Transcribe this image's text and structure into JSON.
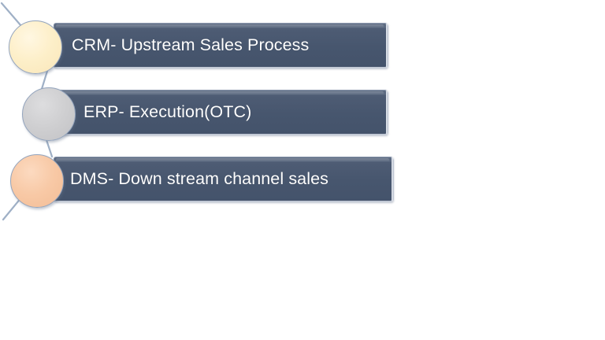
{
  "diagram": {
    "title_present": false,
    "background_color": "#ffffff",
    "bar_color": "#47566e",
    "bar_text_color": "#ffffff",
    "connector_color": "#9fb0c6",
    "steps": [
      {
        "id": "crm",
        "label": "CRM- Upstream Sales Process",
        "marker_name": "circle-cream",
        "marker_color": "#fdefc9",
        "marker_border_color": "#93a4bd"
      },
      {
        "id": "erp",
        "label": "ERP- Execution(OTC)",
        "marker_name": "circle-gray",
        "marker_color": "#cfcfd1",
        "marker_border_color": "#93a4bd"
      },
      {
        "id": "dms",
        "label": "DMS- Down stream channel sales",
        "marker_name": "circle-peach",
        "marker_color": "#f8c9a6",
        "marker_border_color": "#93a4bd"
      }
    ]
  }
}
